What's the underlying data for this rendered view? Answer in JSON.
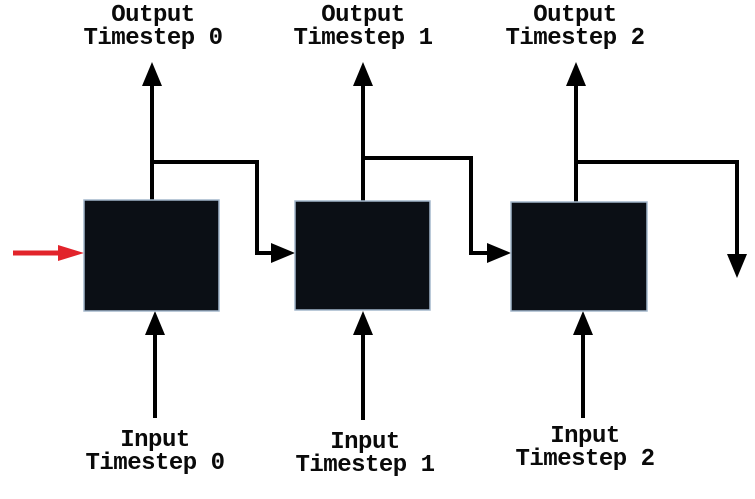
{
  "diagram": {
    "type_note": "unrolled-recurrent-network",
    "columns": [
      {
        "output_label": "Output\nTimestep 0",
        "input_label": "Input\nTimestep 0"
      },
      {
        "output_label": "Output\nTimestep 1",
        "input_label": "Input\nTimestep 1"
      },
      {
        "output_label": "Output\nTimestep 2",
        "input_label": "Input\nTimestep 2"
      }
    ],
    "colors": {
      "background": "#ffffff",
      "line": "#000000",
      "text": "#0a0a0a",
      "cell_fill": "#0b0f15",
      "cell_border": "#a3b7cc",
      "initial_state_arrow": "#e2242b"
    }
  }
}
